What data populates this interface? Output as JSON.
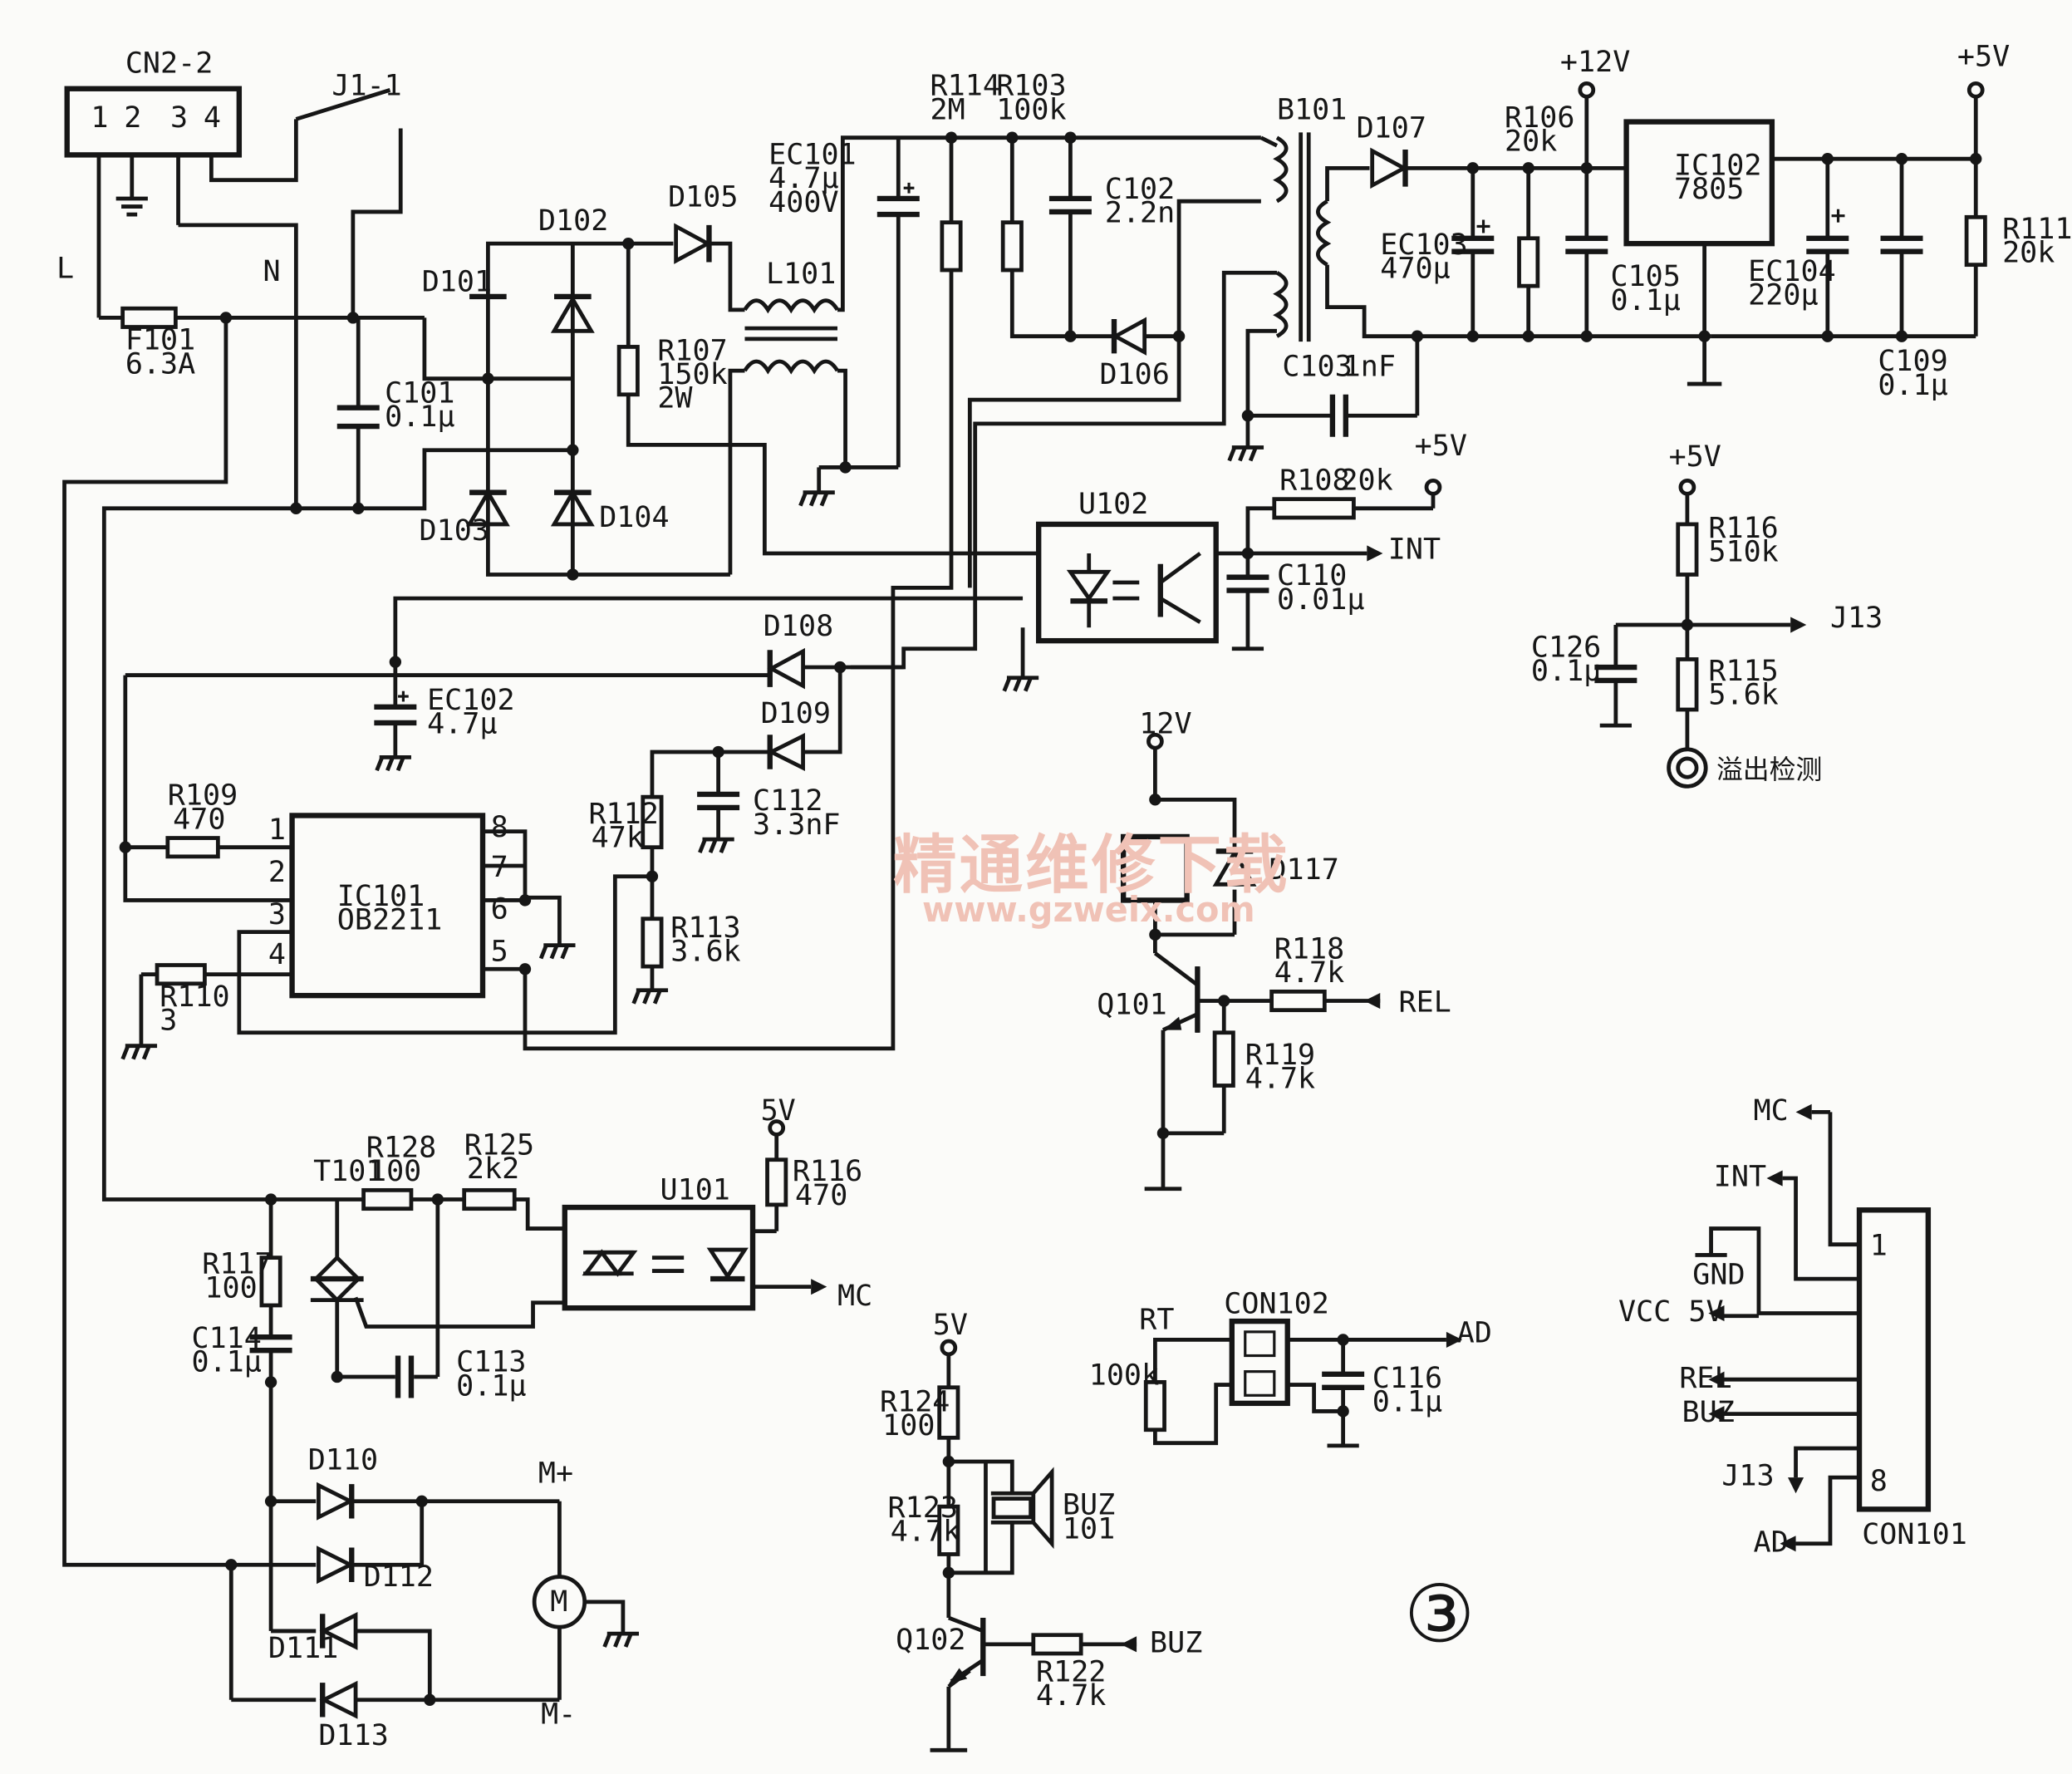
{
  "labels": {
    "cn2_2": "CN2-2",
    "cn2_pin1": "1",
    "cn2_pin2": "2",
    "cn2_pin3": "3",
    "cn2_pin4": "4",
    "j1_1": "J1-1",
    "line_l": "L",
    "line_n": "N",
    "f101": "F101",
    "f101_val": "6.3A",
    "c101": "C101",
    "c101_val": "0.1μ",
    "d101": "D101",
    "d102": "D102",
    "d103": "D103",
    "d104": "D104",
    "d105": "D105",
    "ec101": "EC101",
    "ec101_val": "4.7μ",
    "ec101_v": "400V",
    "l101": "L101",
    "r107": "R107",
    "r107_val": "150k",
    "r107_w": "2W",
    "r114": "R114",
    "r114_val": "2M",
    "r103": "R103",
    "r103_val": "100k",
    "c102": "C102",
    "c102_val": "2.2n",
    "d106": "D106",
    "b101": "B101",
    "d107": "D107",
    "plus12v": "+12V",
    "r106": "R106",
    "r106_val": "20k",
    "ic102": "IC102",
    "ic102_val": "7805",
    "plus5v_top": "+5V",
    "ec103": "EC103",
    "ec103_val": "470μ",
    "c105": "C105",
    "c105_val": "0.1μ",
    "ec104": "EC104",
    "ec104_val": "220μ",
    "r111": "R111",
    "r111_val": "20k",
    "c109": "C109",
    "c109_val": "0.1μ",
    "c103": "C103",
    "c103_val": "1nF",
    "plus5v_r108": "+5V",
    "r108": "R108",
    "r108_val": "20k",
    "u102": "U102",
    "int_out": "INT",
    "c110": "C110",
    "c110_val": "0.01μ",
    "d108": "D108",
    "d109": "D109",
    "ec102": "EC102",
    "ec102_val": "4.7μ",
    "r109": "R109",
    "r109_val": "470",
    "ic101": "IC101",
    "ic101_val": "OB2211",
    "ic101_p1": "1",
    "ic101_p2": "2",
    "ic101_p3": "3",
    "ic101_p4": "4",
    "ic101_p5": "5",
    "ic101_p6": "6",
    "ic101_p7": "7",
    "ic101_p8": "8",
    "r112": "R112",
    "r112_val": "47k",
    "c112": "C112",
    "c112_val": "3.3nF",
    "r113": "R113",
    "r113_val": "3.6k",
    "r110": "R110",
    "r110_val": "3",
    "plus5v_r116": "+5V",
    "r116_top": "R116",
    "r116_top_val": "510k",
    "c126": "C126",
    "c126_val": "0.1μ",
    "r115": "R115",
    "r115_val": "5.6k",
    "j13_out": "J13",
    "overflow": "溢出检测",
    "v12_relay": "12V",
    "d117": "D117",
    "r118": "R118",
    "r118_val": "4.7k",
    "rel_in": "REL",
    "q101": "Q101",
    "r119": "R119",
    "r119_val": "4.7k",
    "t101": "T101",
    "r128": "R128",
    "r128_val": "100",
    "r125": "R125",
    "r125_val": "2k2",
    "u101": "U101",
    "v5_u101": "5V",
    "r116_b": "R116",
    "r116_b_val": "470",
    "mc_out": "MC",
    "r117": "R117",
    "r117_val": "100",
    "c114": "C114",
    "c114_val": "0.1μ",
    "c113": "C113",
    "c113_val": "0.1μ",
    "d110": "D110",
    "d111": "D111",
    "d112": "D112",
    "d113": "D113",
    "m_plus": "M+",
    "m_minus": "M-",
    "motor": "M",
    "v5_buz": "5V",
    "r124": "R124",
    "r124_val": "100",
    "r123": "R123",
    "r123_val": "4.7k",
    "buz101": "BUZ",
    "buz101_num": "101",
    "q102": "Q102",
    "r122": "R122",
    "r122_val": "4.7k",
    "buz_in": "BUZ",
    "rt": "RT",
    "rt_val": "100k",
    "con102": "CON102",
    "ad_out": "AD",
    "c116": "C116",
    "c116_val": "0.1μ",
    "con_mc": "MC",
    "con_int": "INT",
    "con_gnd": "GND",
    "con_vcc": "VCC 5V",
    "con_rel": "REL",
    "con_buz": "BUZ",
    "con_j13": "J13",
    "con_ad": "AD",
    "con101": "CON101",
    "con101_p1": "1",
    "con101_p8": "8",
    "fig_num": "③",
    "watermark_cn": "精通维修下载",
    "watermark_url": "www.gzweix.com"
  }
}
